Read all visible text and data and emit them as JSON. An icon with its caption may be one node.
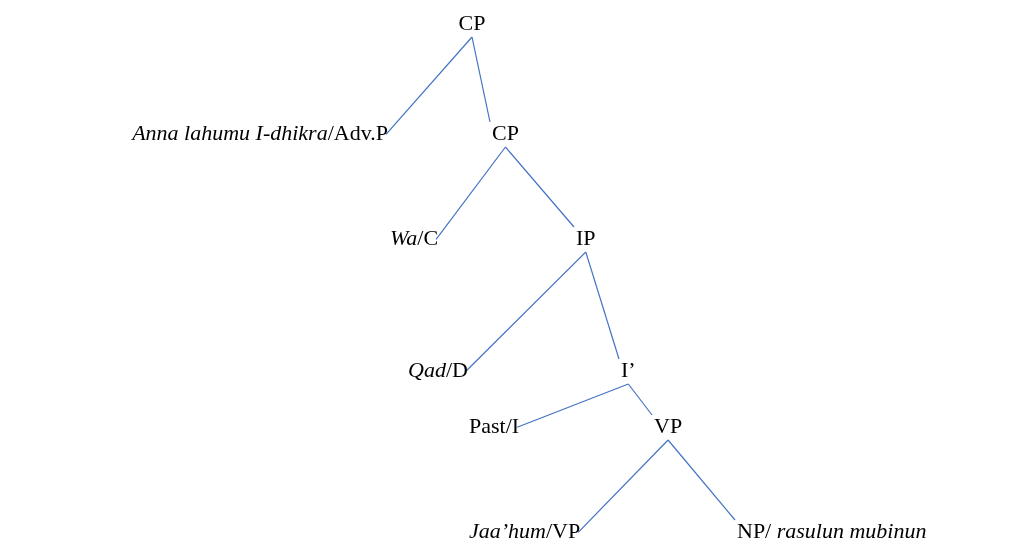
{
  "diagram": {
    "nodes": [
      {
        "text": [
          "CP"
        ]
      },
      {
        "text": [
          "*Anna lahumu I-dhikra*/Adv.P"
        ]
      },
      {
        "text": [
          "CP"
        ]
      },
      {
        "text": [
          "*Wa*/C"
        ]
      },
      {
        "text": [
          "IP"
        ]
      },
      {
        "text": [
          "*Qad*/D"
        ]
      },
      {
        "text": [
          "I’"
        ]
      },
      {
        "text": [
          "Past/I"
        ]
      },
      {
        "text": [
          "VP"
        ]
      },
      {
        "text": [
          "*Jaa’hum*/VP"
        ]
      },
      {
        "text": [
          "NP/ *rasulun mubinun*"
        ]
      }
    ],
    "edges": [
      {
        "from": 0,
        "to": 1,
        "arrow": "none"
      },
      {
        "from": 0,
        "to": 2,
        "arrow": "none"
      },
      {
        "from": 2,
        "to": 3,
        "arrow": "none"
      },
      {
        "from": 2,
        "to": 4,
        "arrow": "none"
      },
      {
        "from": 4,
        "to": 5,
        "arrow": "none"
      },
      {
        "from": 4,
        "to": 6,
        "arrow": "none"
      },
      {
        "from": 6,
        "to": 7,
        "arrow": "none"
      },
      {
        "from": 6,
        "to": 8,
        "arrow": "none"
      },
      {
        "from": 8,
        "to": 9,
        "arrow": "none"
      },
      {
        "from": 8,
        "to": 10,
        "arrow": "none"
      }
    ]
  }
}
